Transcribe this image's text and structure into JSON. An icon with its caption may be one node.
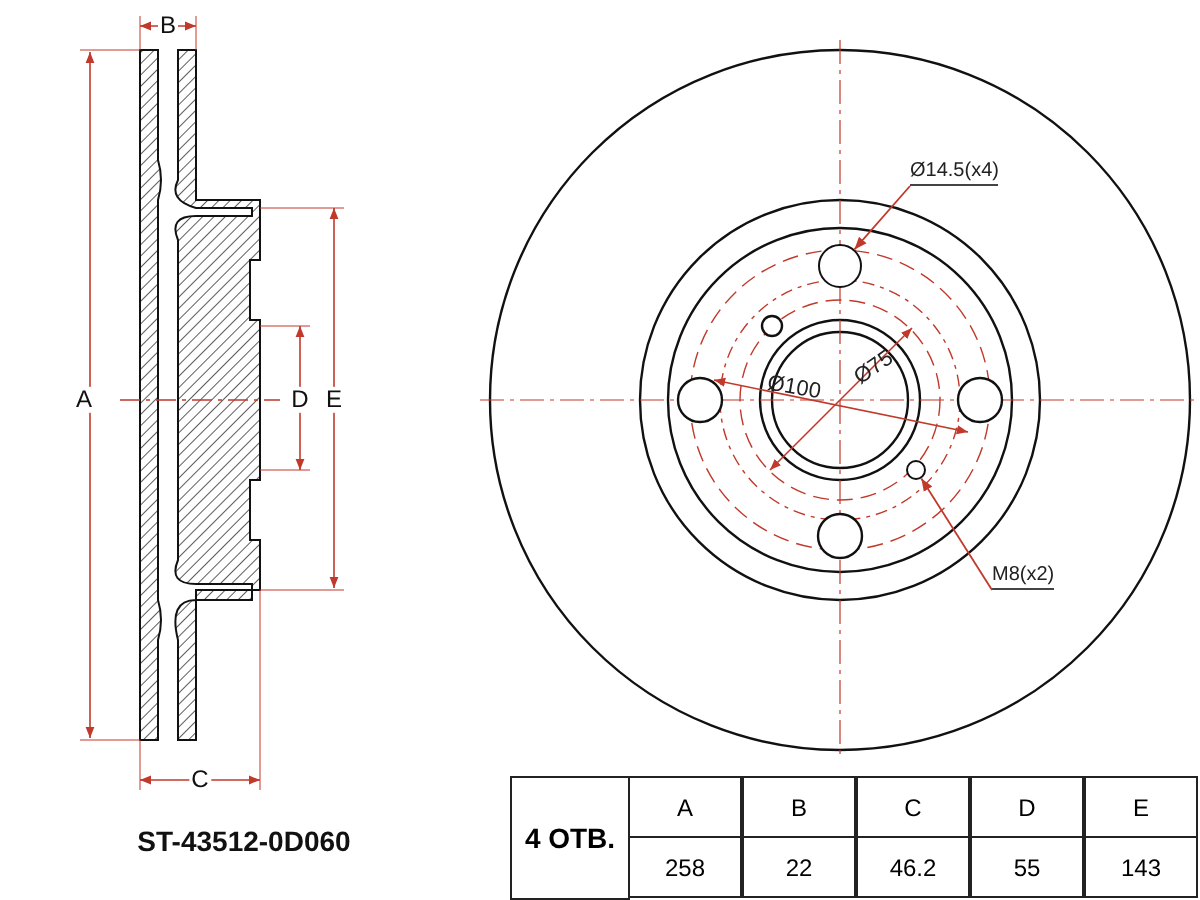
{
  "diagram": {
    "nodes": [
      {
        "text": [
          "Ø14.5(x4)"
        ]
      },
      {
        "text": [],
        "shape": "circle"
      },
      {
        "text": [
          "M8(x2)"
        ]
      },
      {
        "text": [],
        "shape": "circle"
      }
    ],
    "edges": [
      {
        "from": 0,
        "to": 1,
        "arrow": "to"
      },
      {
        "from": 2,
        "to": 3,
        "arrow": "to"
      }
    ],
    "labels": [
      "B",
      "A",
      "D",
      "E",
      "C",
      "Ø100",
      "Ø75",
      "ST-43512-0D060",
      "4 ОТВ.",
      "A",
      "B",
      "C",
      "D",
      "E",
      "258",
      "22",
      "46.2",
      "55",
      "143"
    ]
  }
}
